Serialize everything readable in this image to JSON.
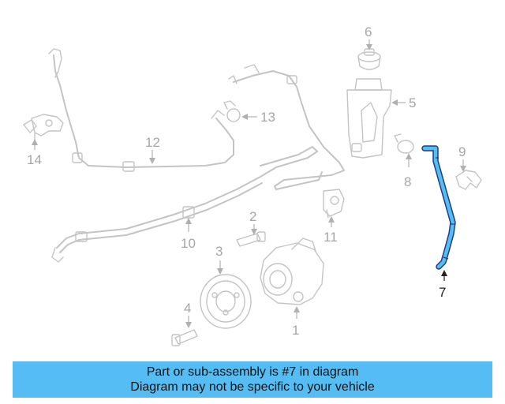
{
  "diagram": {
    "callouts": [
      {
        "id": "1",
        "label": "1"
      },
      {
        "id": "2",
        "label": "2"
      },
      {
        "id": "3",
        "label": "3"
      },
      {
        "id": "4",
        "label": "4"
      },
      {
        "id": "5",
        "label": "5"
      },
      {
        "id": "6",
        "label": "6"
      },
      {
        "id": "7",
        "label": "7"
      },
      {
        "id": "8",
        "label": "8"
      },
      {
        "id": "9",
        "label": "9"
      },
      {
        "id": "10",
        "label": "10"
      },
      {
        "id": "11",
        "label": "11"
      },
      {
        "id": "12",
        "label": "12"
      },
      {
        "id": "13",
        "label": "13"
      },
      {
        "id": "14",
        "label": "14"
      }
    ],
    "highlighted_part": "7",
    "colors": {
      "part_outline": "#c4c4c4",
      "label_gray": "#a6a6a6",
      "highlight_fill": "#55bdf4",
      "highlight_stroke": "#1f3f80",
      "banner_bg": "#55bdf4"
    }
  },
  "banner": {
    "line1": "Part or sub-assembly is #7 in diagram",
    "line2": "Diagram may not be specific to your vehicle"
  }
}
